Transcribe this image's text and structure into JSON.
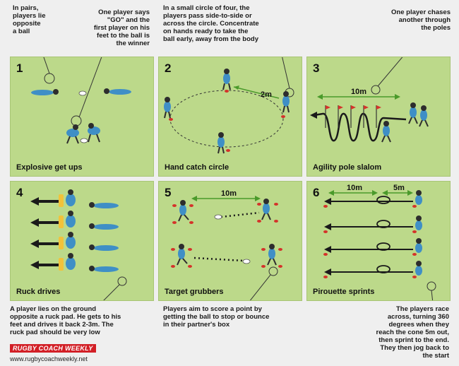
{
  "captions": {
    "c1": "In pairs,\nplayers lie\nopposite\na ball",
    "c2": "One player says\n\"GO\" and the\nfirst player on his\nfeet to the ball is\nthe winner",
    "c3": "In a small circle of four, the\nplayers pass side-to-side or\nacross the circle. Concentrate\non hands ready to take the\nball early, away from the body",
    "c4": "One player chases\nanother through\nthe poles",
    "c5": "A player lies on the ground\nopposite a ruck pad. He gets to his\nfeet and drives it back 2-3m. The\nruck pad should be very low",
    "c6": "Players aim to score a point by\ngetting the ball to stop or bounce\nin their partner's box",
    "c7": "The players race\nacross, turning 360\ndegrees when they\nreach the cone 5m out,\nthen sprint to the end.\nThey then jog back to\nthe start"
  },
  "panels": [
    {
      "num": "1",
      "title": "Explosive get ups"
    },
    {
      "num": "2",
      "title": "Hand catch circle",
      "distance": "2m"
    },
    {
      "num": "3",
      "title": "Agility pole slalom",
      "distance": "10m"
    },
    {
      "num": "4",
      "title": "Ruck drives"
    },
    {
      "num": "5",
      "title": "Target grubbers",
      "distance": "10m"
    },
    {
      "num": "6",
      "title": "Pirouette sprints",
      "distance": "10m",
      "distance2": "5m"
    }
  ],
  "footer": {
    "brand": "RUGBY COACH WEEKLY",
    "url": "www.rugbycoachweekly.net"
  },
  "colors": {
    "pitch": "#bcd98a",
    "player_blue": "#3f8fc6",
    "bib_yellow": "#f2c23a",
    "cone_red": "#d4332a",
    "flag_red": "#d4332a",
    "arrow_dark": "#1a1a1a",
    "line_green": "#4a9a2a"
  }
}
